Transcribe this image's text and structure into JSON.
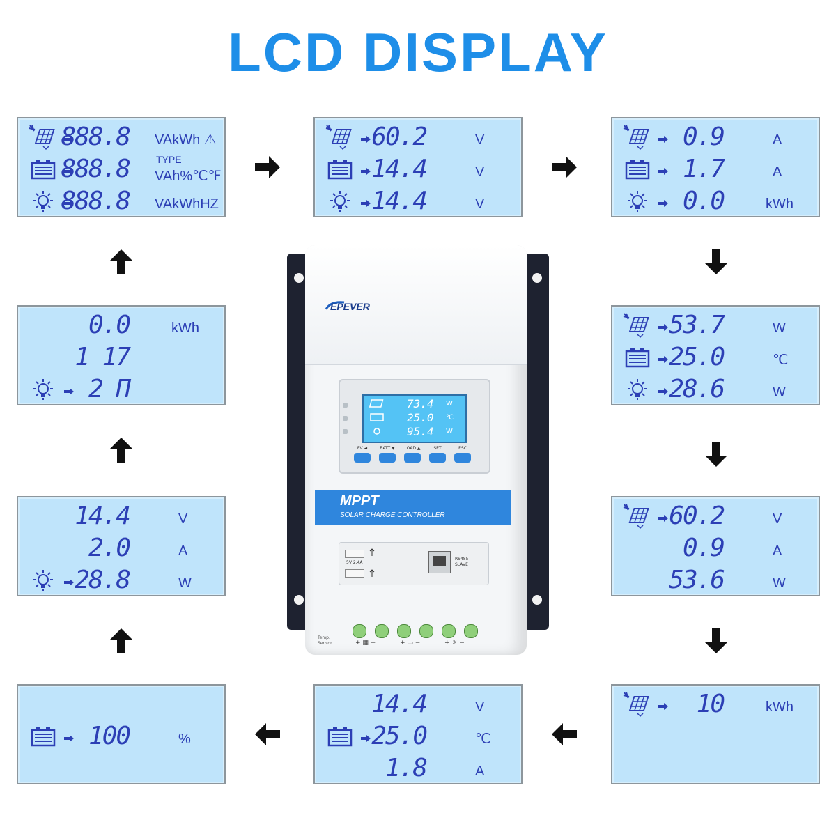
{
  "title": "LCD DISPLAY",
  "panels": [
    {
      "id": "p1",
      "rows": [
        {
          "icon": "solar-panel-icon",
          "value": "888.8",
          "unit": "VAkWh ⚠"
        },
        {
          "icon": "battery-icon",
          "value": "888.8",
          "unit_top": "TYPE",
          "unit": "VAh%℃℉"
        },
        {
          "icon": "light-bulb-icon",
          "value": "888.8",
          "unit": "VAkWhHZ"
        }
      ]
    },
    {
      "id": "p2",
      "rows": [
        {
          "icon": "solar-panel-icon",
          "value": "60.2",
          "unit": "V"
        },
        {
          "icon": "battery-icon",
          "value": "14.4",
          "unit": "V"
        },
        {
          "icon": "light-bulb-icon",
          "value": "14.4",
          "unit": "V"
        }
      ]
    },
    {
      "id": "p3",
      "rows": [
        {
          "icon": "solar-panel-icon",
          "value": "0.9",
          "unit": "A"
        },
        {
          "icon": "battery-icon",
          "value": "1.7",
          "unit": "A"
        },
        {
          "icon": "light-bulb-icon",
          "value": "0.0",
          "unit": "kWh"
        }
      ]
    },
    {
      "id": "p4",
      "rows": [
        {
          "icon": "solar-panel-icon",
          "value": "53.7",
          "unit": "W"
        },
        {
          "icon": "battery-icon",
          "value": "25.0",
          "unit": "℃"
        },
        {
          "icon": "light-bulb-icon",
          "value": "28.6",
          "unit": "W"
        }
      ]
    },
    {
      "id": "p5",
      "rows": [
        {
          "icon": "solar-panel-icon",
          "value": "60.2",
          "unit": "V"
        },
        {
          "icon": "",
          "value": "0.9",
          "unit": "A"
        },
        {
          "icon": "",
          "value": "53.6",
          "unit": "W"
        }
      ]
    },
    {
      "id": "p6",
      "rows": [
        {
          "icon": "solar-panel-icon",
          "value": "10",
          "unit": "kWh"
        },
        {
          "icon": "",
          "value": "",
          "unit": ""
        },
        {
          "icon": "",
          "value": "",
          "unit": ""
        }
      ]
    },
    {
      "id": "p7",
      "rows": [
        {
          "icon": "",
          "value": "14.4",
          "unit": "V"
        },
        {
          "icon": "battery-icon",
          "value": "25.0",
          "unit": "℃"
        },
        {
          "icon": "",
          "value": "1.8",
          "unit": "A"
        }
      ]
    },
    {
      "id": "p8",
      "rows": [
        {
          "icon": "",
          "value": "",
          "unit": ""
        },
        {
          "icon": "battery-icon",
          "value": "100",
          "unit": "%"
        },
        {
          "icon": "",
          "value": "",
          "unit": ""
        }
      ]
    },
    {
      "id": "p9",
      "rows": [
        {
          "icon": "",
          "value": "14.4",
          "unit": "V"
        },
        {
          "icon": "",
          "value": "2.0",
          "unit": "A"
        },
        {
          "icon": "light-bulb-icon",
          "value": "28.8",
          "unit": "W"
        }
      ]
    },
    {
      "id": "p10",
      "rows": [
        {
          "icon": "",
          "value": "0.0",
          "unit": "kWh"
        },
        {
          "icon": "",
          "value": "1  17",
          "unit": ""
        },
        {
          "icon": "light-bulb-icon",
          "value": "2  П",
          "unit": ""
        }
      ]
    }
  ],
  "flow_arrows": [
    "arrow-right",
    "arrow-right",
    "arrow-down",
    "arrow-down",
    "arrow-down",
    "arrow-left",
    "arrow-left",
    "arrow-up",
    "arrow-up",
    "arrow-up"
  ],
  "device": {
    "brand": "EPEVER",
    "model_label": "MPPT",
    "model_sub": "SOLAR CHARGE CONTROLLER",
    "mini_lcd": [
      {
        "value": "73.4",
        "unit": "W"
      },
      {
        "value": "25.0",
        "unit": "℃"
      },
      {
        "value": "95.4",
        "unit": "W"
      }
    ],
    "buttons": [
      "PV ◄",
      "BATT ▼",
      "LOAD ▲",
      "SET",
      "ESC"
    ],
    "usb_label": "5V 2.4A",
    "port_label": "RS485 SLAVE",
    "temp_label": "Temp. Sensor",
    "terminal_labels": [
      "+ ▦ −",
      "+ ▭ −",
      "+ ☼ −"
    ]
  },
  "colors": {
    "title": "#1e8ee8",
    "lcd_bg": "#bfe4fb",
    "lcd_ink": "#2c3fb5",
    "mppt_band": "#2f86dd"
  }
}
